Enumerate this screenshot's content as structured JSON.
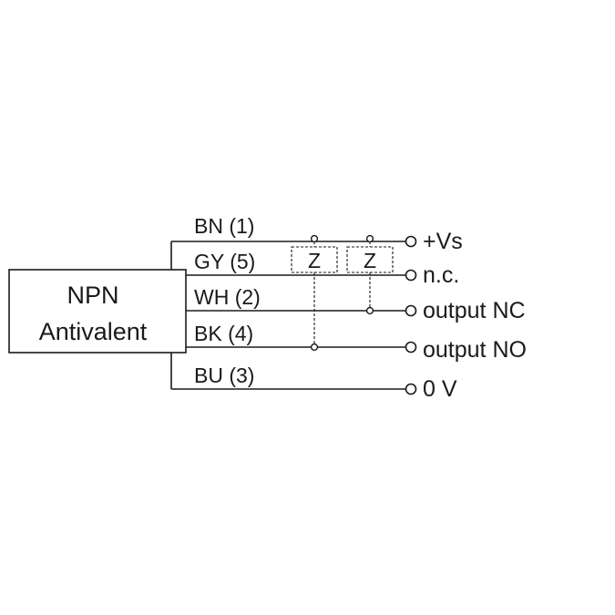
{
  "device": {
    "line1": "NPN",
    "line2": "Antivalent"
  },
  "wires": [
    {
      "id": "bn",
      "label": "BN (1)",
      "terminal": "+Vs"
    },
    {
      "id": "gy",
      "label": "GY (5)",
      "terminal": "n.c."
    },
    {
      "id": "wh",
      "label": "WH (2)",
      "terminal": "output NC"
    },
    {
      "id": "bk",
      "label": "BK (4)",
      "terminal": "output NO"
    },
    {
      "id": "bu",
      "label": "BU (3)",
      "terminal": "0 V"
    }
  ],
  "loads": [
    {
      "id": "load-no",
      "label": "Z",
      "from": "bn",
      "to": "bk"
    },
    {
      "id": "load-nc",
      "label": "Z",
      "from": "bn",
      "to": "wh"
    }
  ]
}
